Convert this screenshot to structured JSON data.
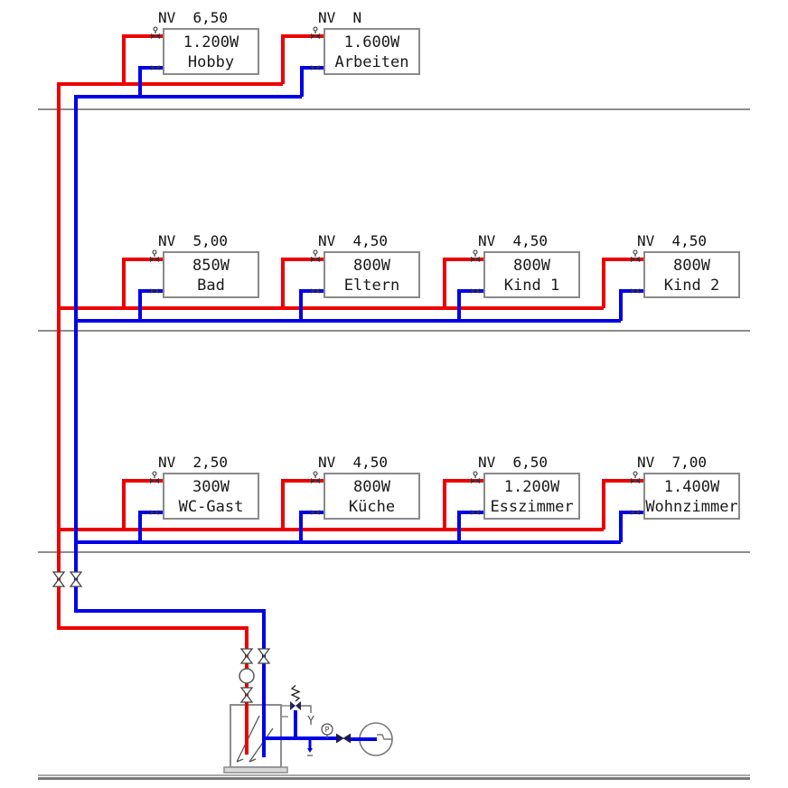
{
  "radiators": [
    {
      "nv": "NV  6,50",
      "power": "1.200W",
      "room": "Hobby"
    },
    {
      "nv": "NV  N",
      "power": "1.600W",
      "room": "Arbeiten"
    },
    {
      "nv": "NV  5,00",
      "power": "850W",
      "room": "Bad"
    },
    {
      "nv": "NV  4,50",
      "power": "800W",
      "room": "Eltern"
    },
    {
      "nv": "NV  4,50",
      "power": "800W",
      "room": "Kind 1"
    },
    {
      "nv": "NV  4,50",
      "power": "800W",
      "room": "Kind 2"
    },
    {
      "nv": "NV  2,50",
      "power": "300W",
      "room": "WC-Gast"
    },
    {
      "nv": "NV  4,50",
      "power": "800W",
      "room": "Küche"
    },
    {
      "nv": "NV  6,50",
      "power": "1.200W",
      "room": "Esszimmer"
    },
    {
      "nv": "NV  7,00",
      "power": "1.400W",
      "room": "Wohnzimmer"
    }
  ],
  "symbols": {
    "pressure_gauge_label": "P",
    "safety_discharge_label": "Y"
  },
  "colors": {
    "supply_pipe": "#ee0000",
    "return_pipe": "#0000e8",
    "outline_grey": "#8c8c8c",
    "text": "#1a1a1a"
  }
}
